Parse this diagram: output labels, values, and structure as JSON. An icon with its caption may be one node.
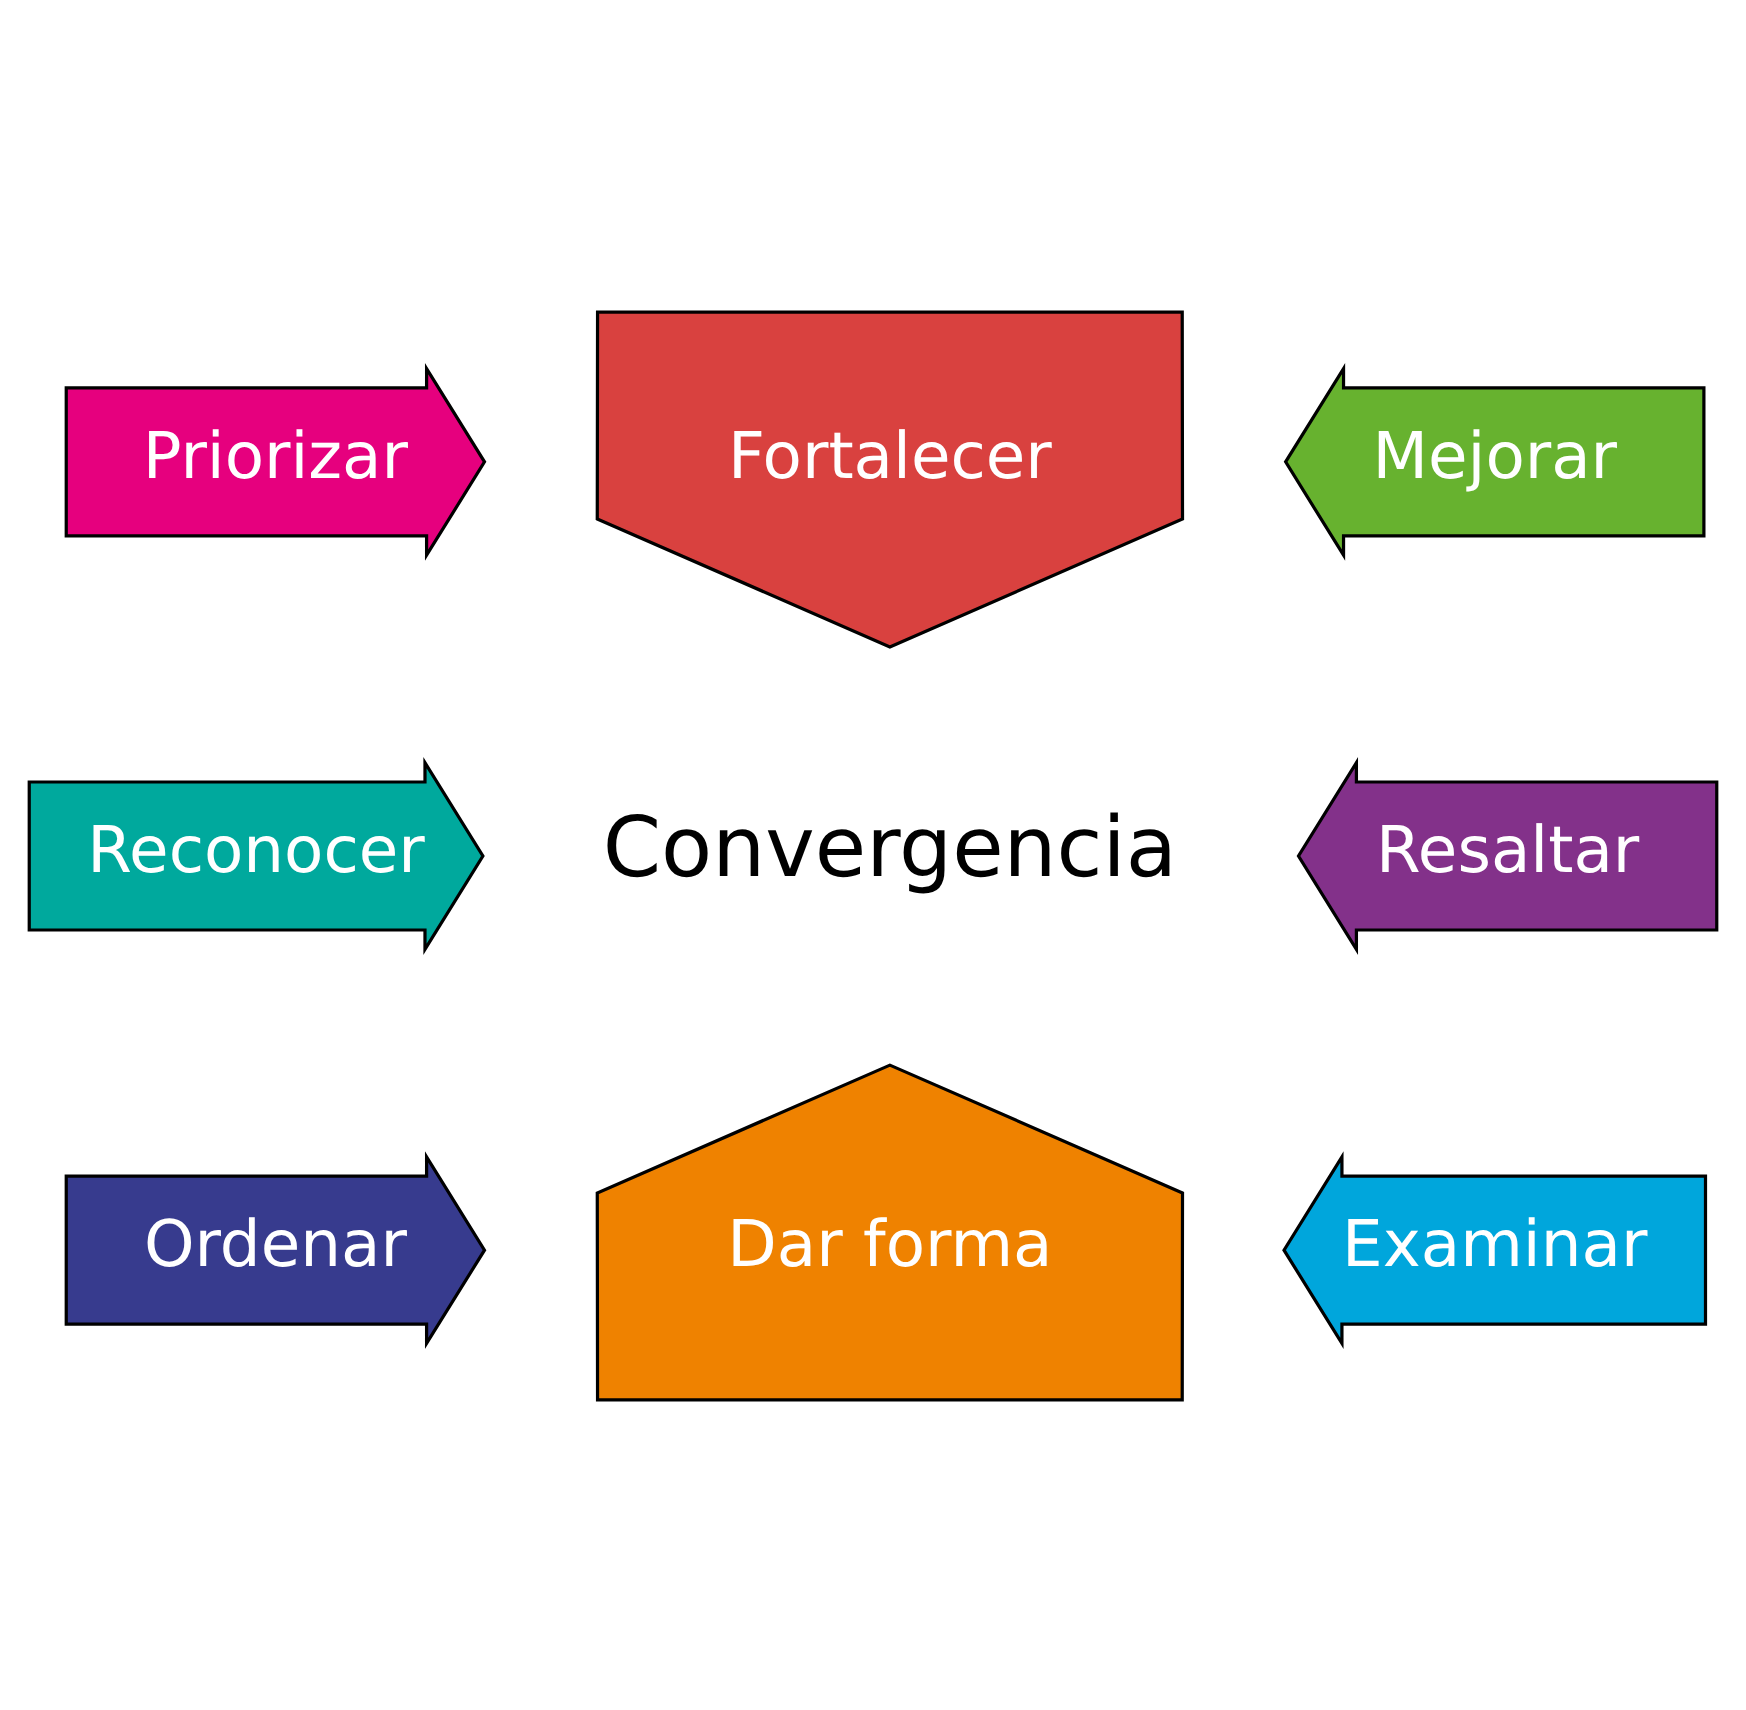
{
  "diagram": {
    "nodes": [
      {
        "text": [
          "Priorizar"
        ]
      },
      {
        "text": [
          "Fortalecer"
        ]
      },
      {
        "text": [
          "Mejorar"
        ]
      },
      {
        "text": [
          "Reconocer"
        ]
      },
      {
        "text": [
          "Convergencia"
        ]
      },
      {
        "text": [
          "Resaltar"
        ]
      },
      {
        "text": [
          "Ordenar"
        ]
      },
      {
        "text": [
          "Dar forma"
        ]
      },
      {
        "text": [
          "Examinar"
        ]
      }
    ]
  }
}
